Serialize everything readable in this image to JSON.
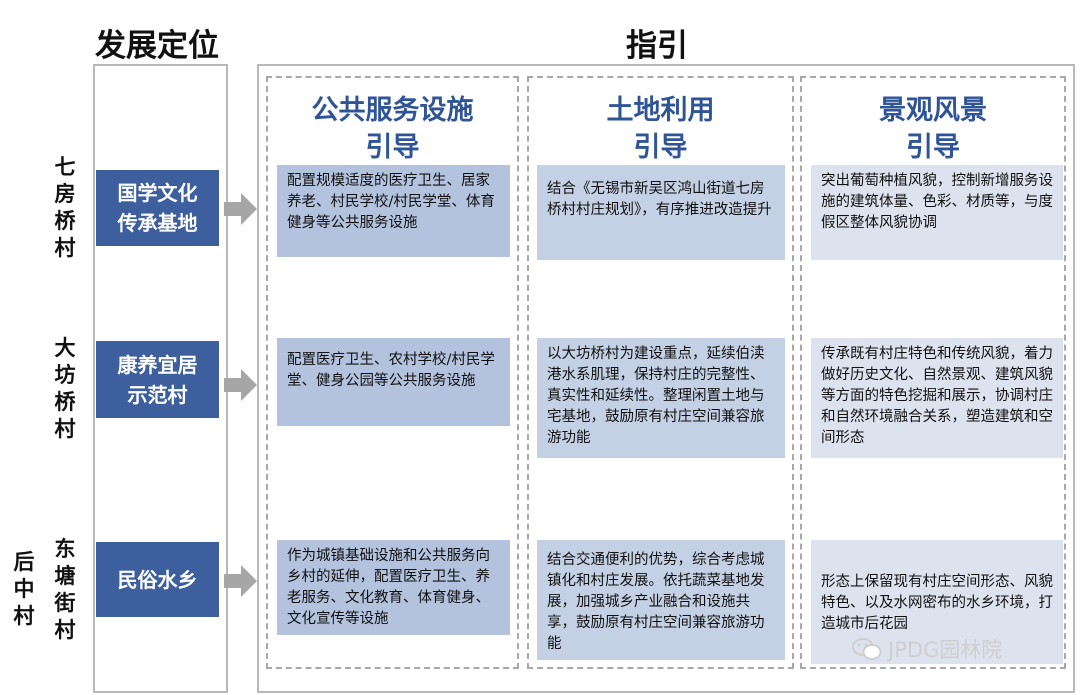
{
  "headers": {
    "left": "发展定位",
    "right": "指引"
  },
  "columns": [
    {
      "title_line1": "公共服务设施",
      "title_line2": "引导"
    },
    {
      "title_line1": "土地利用",
      "title_line2": "引导"
    },
    {
      "title_line1": "景观风景",
      "title_line2": "引导"
    }
  ],
  "villages": [
    {
      "name": "七房桥村",
      "position_line1": "国学文化",
      "position_line2": "传承基地",
      "public_service": "配置规模适度的医疗卫生、居家养老、村民学校/村民学堂、体育健身等公共服务设施",
      "land_use": "结合《无锡市新吴区鸿山街道七房桥村村庄规划》，有序推进改造提升",
      "landscape": "突出葡萄种植风貌，控制新增服务设施的建筑体量、色彩、材质等，与度假区整体风貌协调"
    },
    {
      "name": "大坊桥村",
      "position_line1": "康养宜居",
      "position_line2": "示范村",
      "public_service": "配置医疗卫生、农村学校/村民学堂、健身公园等公共服务设施",
      "land_use": "以大坊桥村为建设重点，延续伯渎港水系肌理，保持村庄的完整性、真实性和延续性。整理闲置土地与宅基地，鼓励原有村庄空间兼容旅游功能",
      "landscape": "传承既有村庄特色和传统风貌，着力做好历史文化、自然景观、建筑风貌等方面的特色挖掘和展示，协调村庄和自然环境融合关系，塑造建筑和空间形态"
    },
    {
      "name_a": "后中村",
      "name_b": "东塘街村",
      "position_line1": "民俗水乡",
      "position_line2": "",
      "public_service": "作为城镇基础设施和公共服务向乡村的延伸，配置医疗卫生、养老服务、文化教育、体育健身、文化宣传等设施",
      "land_use": "结合交通便利的优势，综合考虑城镇化和村庄发展。依托蔬菜基地发展，加强城乡产业融合和设施共享，鼓励原有村庄空间兼容旅游功能",
      "landscape": "形态上保留现有村庄空间形态、风貌特色、以及水网密布的水乡环境，打造城市后花园"
    }
  ],
  "watermark": "JPDG园林院",
  "colors": {
    "badge": "#3d5f9e",
    "heading_blue": "#2f5597",
    "box_col1": "#b3c3de",
    "box_col2": "#c4d0e4",
    "box_col3": "#dce3ef",
    "arrow": "#a6a6a6"
  }
}
